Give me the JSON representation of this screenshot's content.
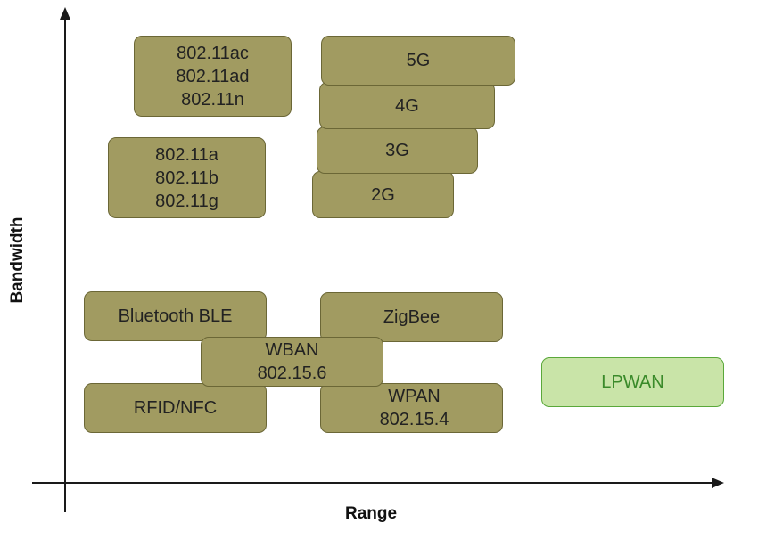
{
  "axes": {
    "x_label": "Range",
    "y_label": "Bandwidth"
  },
  "colors": {
    "box_fill": "#a19b61",
    "box_border": "#6b6736",
    "highlight_fill": "#c9e4a8",
    "highlight_border": "#5aa83a",
    "highlight_text": "#3a8a2a",
    "axis": "#1a1a1a"
  },
  "boxes": {
    "wifi_ac": [
      "802.11ac",
      "802.11ad",
      "802.11n"
    ],
    "wifi_a": [
      "802.11a",
      "802.11b",
      "802.11g"
    ],
    "g5": [
      "5G"
    ],
    "g4": [
      "4G"
    ],
    "g3": [
      "3G"
    ],
    "g2": [
      "2G"
    ],
    "ble": [
      "Bluetooth BLE"
    ],
    "zigbee": [
      "ZigBee"
    ],
    "wban": [
      "WBAN",
      "802.15.6"
    ],
    "rfid": [
      "RFID/NFC"
    ],
    "wpan": [
      "WPAN",
      "802.15.4"
    ],
    "lpwan": [
      "LPWAN"
    ]
  }
}
